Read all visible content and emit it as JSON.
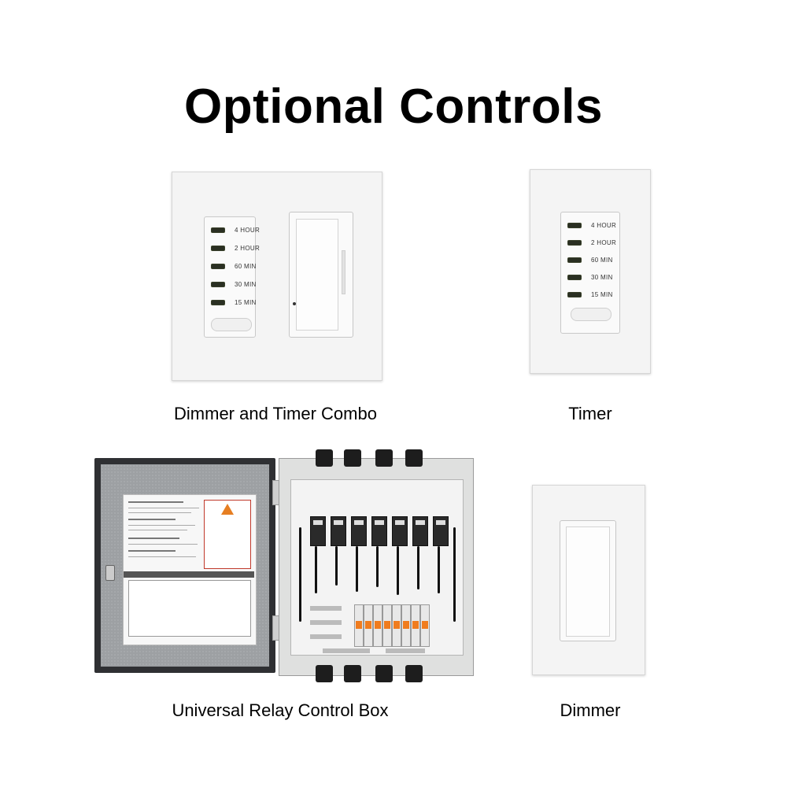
{
  "title": "Optional Controls",
  "products": [
    {
      "caption": "Dimmer and Timer Combo"
    },
    {
      "caption": "Timer"
    },
    {
      "caption": "Universal Relay Control Box"
    },
    {
      "caption": "Dimmer"
    }
  ],
  "timer_settings": [
    "4 HOUR",
    "2 HOUR",
    "60 MIN",
    "30 MIN",
    "15 MIN"
  ],
  "colors": {
    "led": "#2a2f22",
    "plate": "#f4f4f4",
    "breaker_accent": "#f07c1e"
  }
}
